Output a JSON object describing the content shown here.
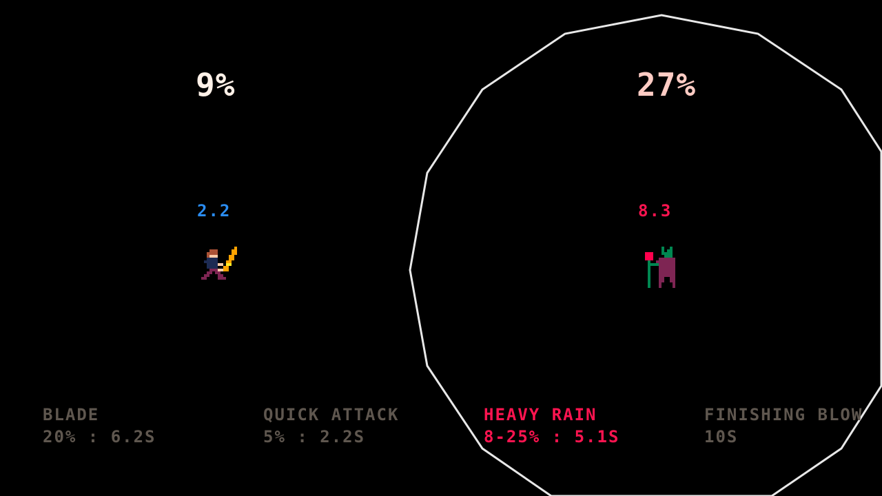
{
  "colors": {
    "background": "#000000",
    "ring": "#e8e8e8",
    "p1_percent": "#fff1e8",
    "p2_percent": "#ffccc4",
    "p1_timer": "#2a8cf0",
    "p2_timer": "#ff1450",
    "ability_inactive": "#5f574f",
    "ability_active": "#ff1450"
  },
  "player1": {
    "percent": "9%",
    "timer": "2.2",
    "sprite": "swordsman-icon"
  },
  "player2": {
    "percent": "27%",
    "timer": "8.3",
    "sprite": "goblin-shaman-icon"
  },
  "abilities": [
    {
      "name": "BLADE",
      "stat": "20% : 6.2S",
      "active": false
    },
    {
      "name": "QUICK ATTACK",
      "stat": "5% : 2.2S",
      "active": false
    },
    {
      "name": "HEAVY RAIN",
      "stat": "8-25% : 5.1S",
      "active": true
    },
    {
      "name": "FINISHING BLOW",
      "stat": "10S",
      "active": false
    }
  ]
}
